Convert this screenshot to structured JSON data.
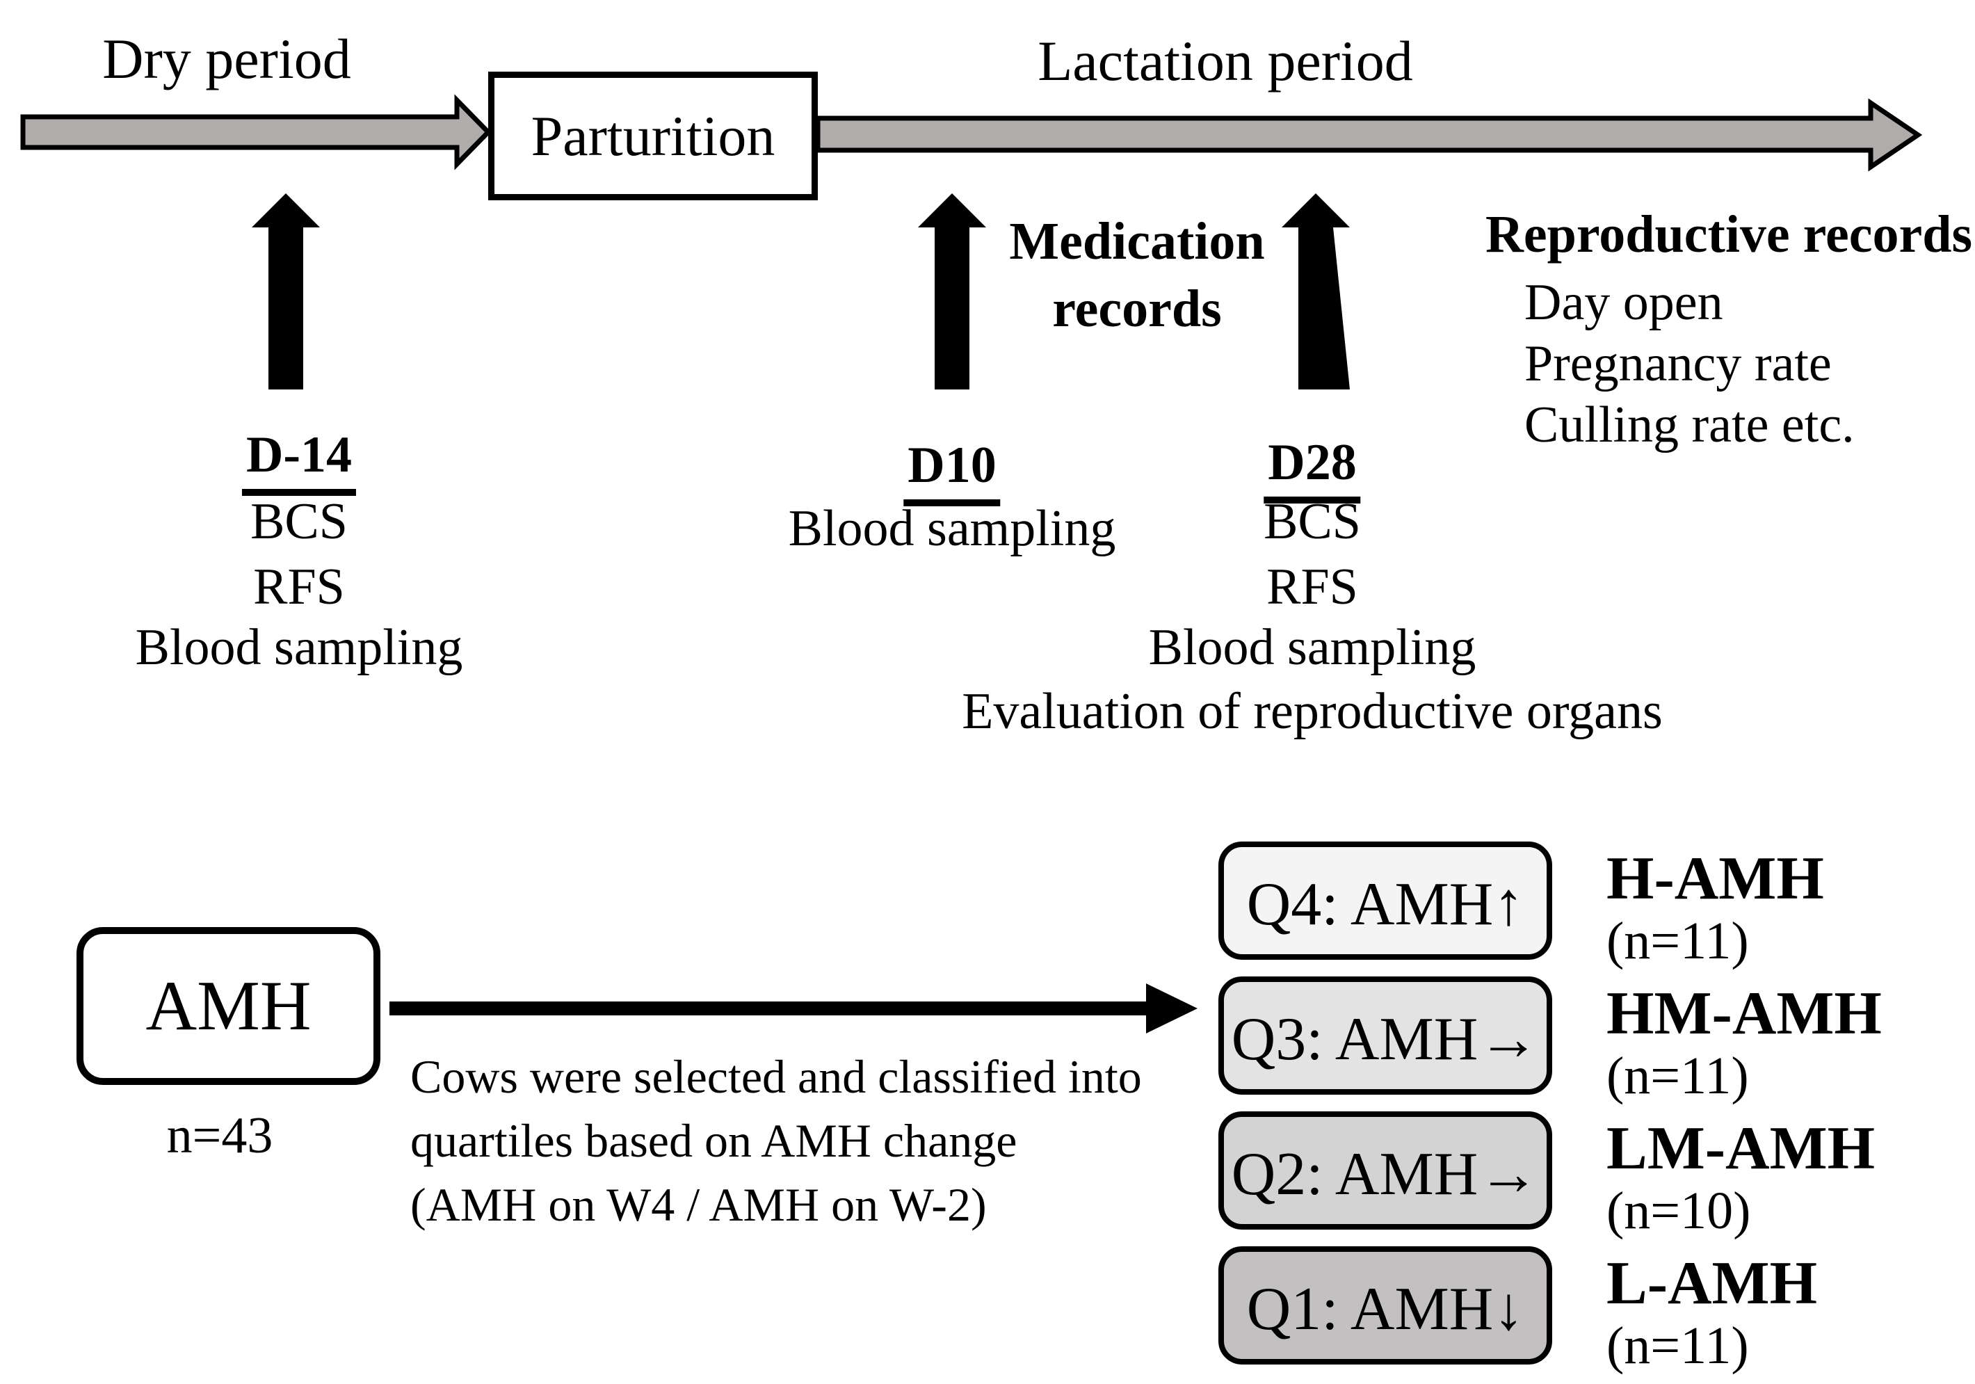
{
  "colors": {
    "background": "#ffffff",
    "ink": "#000000",
    "timeline_arrow_fill": "#b0acac"
  },
  "timeline": {
    "dry_period_label": "Dry period",
    "parturition_label": "Parturition",
    "lactation_period_label": "Lactation period"
  },
  "events": {
    "d14": {
      "day": "D-14",
      "items": [
        "BCS",
        "RFS",
        "Blood sampling"
      ]
    },
    "d10": {
      "day": "D10",
      "items": [
        "Blood sampling"
      ]
    },
    "d28": {
      "day": "D28",
      "items": [
        "BCS",
        "RFS",
        "Blood sampling",
        "Evaluation of reproductive organs"
      ]
    },
    "medication": {
      "line1": "Medication",
      "line2": "records"
    },
    "reproductive": {
      "title": "Reproductive records",
      "items": [
        "Day open",
        "Pregnancy rate",
        "Culling rate etc."
      ]
    }
  },
  "selection": {
    "amh_label": "AMH",
    "n_label": "n=43",
    "description_lines": [
      "Cows were selected and classified into",
      "quartiles based on AMH change",
      "(AMH on W4 / AMH on W-2)"
    ]
  },
  "quartiles": [
    {
      "box": "Q4: AMH↑",
      "group": "H-AMH",
      "n": "(n=11)",
      "fill": "#f4f4f4"
    },
    {
      "box": "Q3: AMH→",
      "group": "HM-AMH",
      "n": "(n=11)",
      "fill": "#e4e3e3"
    },
    {
      "box": "Q2: AMH→",
      "group": "LM-AMH",
      "n": "(n=10)",
      "fill": "#d4d3d3"
    },
    {
      "box": "Q1: AMH↓",
      "group": "L-AMH",
      "n": "(n=11)",
      "fill": "#c2c0c0"
    }
  ]
}
